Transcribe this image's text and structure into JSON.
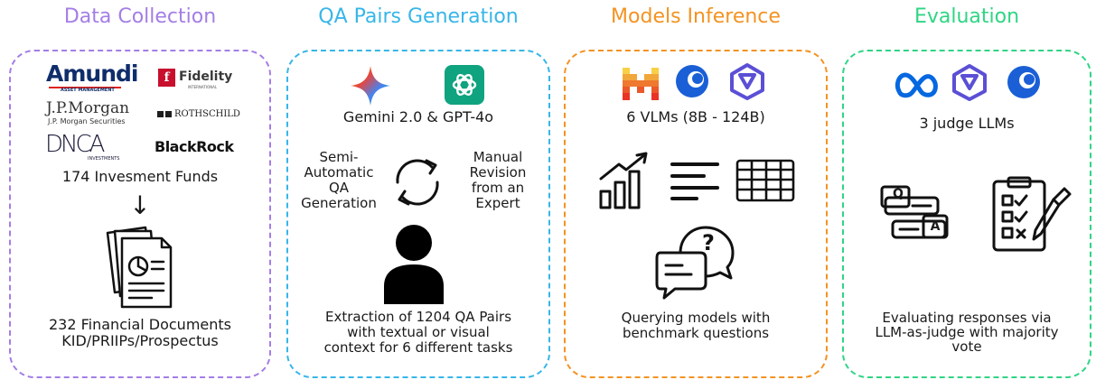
{
  "stages": [
    {
      "title": "Data Collection",
      "color": "#a37ee6"
    },
    {
      "title": "QA Pairs Generation",
      "color": "#37b6e8"
    },
    {
      "title": "Models Inference",
      "color": "#f39322"
    },
    {
      "title": "Evaluation",
      "color": "#2fd584"
    }
  ],
  "data_collection": {
    "logos": {
      "amundi": "Amundi",
      "amundi_sub": "ASSET MANAGEMENT",
      "fidelity": "Fidelity",
      "fidelity_sub": "INTERNATIONAL",
      "jpmorgan": "J.P.Morgan",
      "jpmorgan_sub": "J.P. Morgan Securities",
      "rothschild": "ROTHSCHILD",
      "dnca": "DNCA",
      "dnca_sub": "INVESTMENTS",
      "blackrock": "BlackRock"
    },
    "funds_label": "174 Invesment Funds",
    "arrow": "↓",
    "docs_line1": "232 Financial Documents",
    "docs_line2": "KID/PRIIPs/Prospectus"
  },
  "qa_generation": {
    "models_label": "Gemini 2.0 & GPT-4o",
    "left_line1": "Semi-",
    "left_line2": "Automatic",
    "left_line3": "QA",
    "left_line4": "Generation",
    "right_line1": "Manual",
    "right_line2": "Revision",
    "right_line3": "from an",
    "right_line4": "Expert",
    "bottom_line1": "Extraction of 1204 QA Pairs",
    "bottom_line2": "with textual or visual",
    "bottom_line3": "context for 6 different tasks"
  },
  "models_inference": {
    "vlms_label": "6 VLMs (8B - 124B)",
    "question_mark": "?",
    "bottom_line1": "Querying models with",
    "bottom_line2": "benchmark questions"
  },
  "evaluation": {
    "judges_label": "3 judge LLMs",
    "q_letter": "Q",
    "a_letter": "A",
    "bottom_line1": "Evaluating responses via",
    "bottom_line2": "LLM-as-judge with majority",
    "bottom_line3": "vote"
  },
  "icons": [
    "mistral-icon",
    "deepseek-icon",
    "qwen-icon",
    "gemini-icon",
    "chatgpt-icon",
    "meta-icon",
    "refresh-icon",
    "person-icon",
    "document-stack-icon",
    "growth-chart-icon",
    "text-lines-icon",
    "table-icon",
    "chat-question-icon",
    "qa-cards-icon",
    "checklist-icon"
  ]
}
